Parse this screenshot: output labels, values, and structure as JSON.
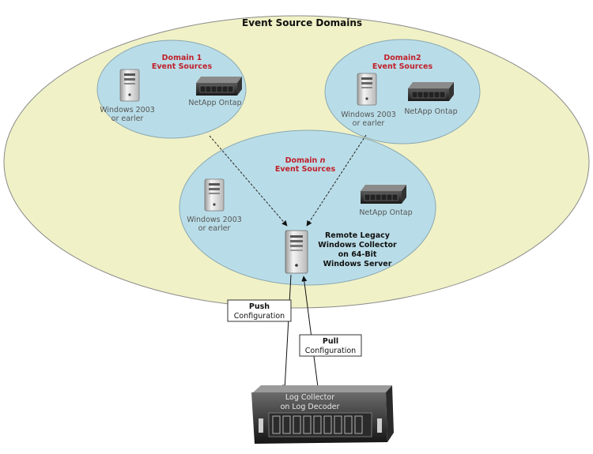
{
  "title": "Event Source Domains",
  "domains": [
    {
      "title_line1": "Domain 1",
      "title_line2": "Event Sources",
      "windows_line1": "Windows 2003",
      "windows_line2": "or earler",
      "netapp": "NetApp Ontap"
    },
    {
      "title_line1": "Domain2",
      "title_line2": "Event Sources",
      "windows_line1": "Windows 2003",
      "windows_line2": "or earler",
      "netapp": "NetApp Ontap"
    },
    {
      "title_line1": "Domain ",
      "title_italic": "n",
      "title_line2": "Event Sources",
      "windows_line1": "Windows 2003",
      "windows_line2": "or earler",
      "netapp": "NetApp Ontap"
    }
  ],
  "collector": {
    "line1": "Remote Legacy",
    "line2": "Windows Collector",
    "line3": "on  64-Bit",
    "line4": "Windows  Server"
  },
  "push": {
    "line1": "Push",
    "line2": "Configuration"
  },
  "pull": {
    "line1": "Pull",
    "line2": "Configuration"
  },
  "decoder": {
    "line1": "Log Collector",
    "line2": "on Log Decoder"
  },
  "colors": {
    "outer_fill": "#f0f1c6",
    "domain_fill": "#b9dde8",
    "domain_title": "#c0202a"
  }
}
